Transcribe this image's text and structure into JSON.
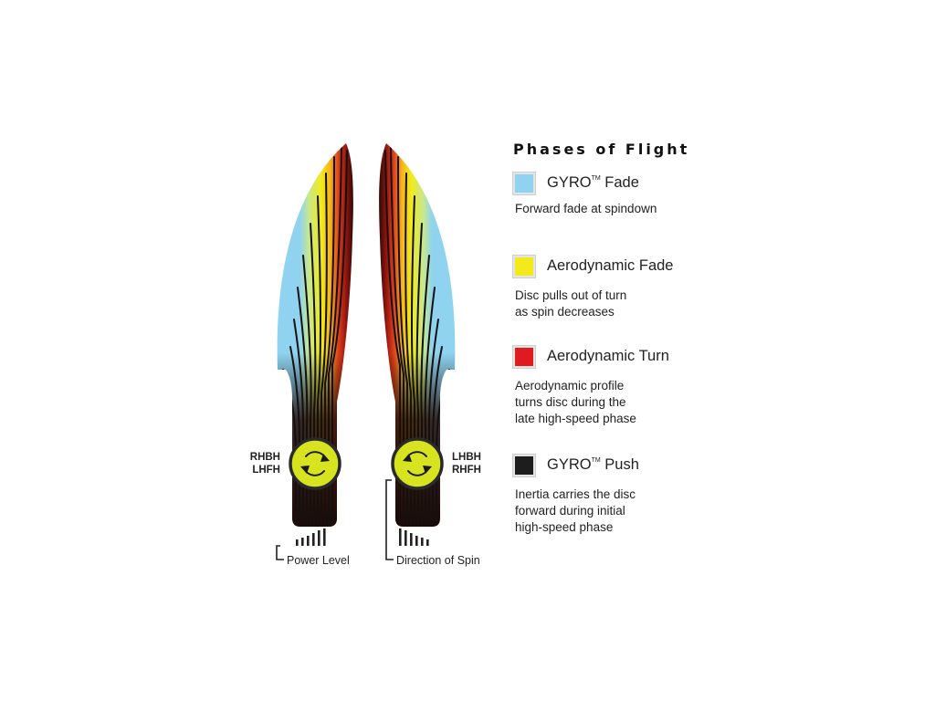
{
  "diagram": {
    "left_badge": {
      "line1": "RHBH",
      "line2": "LHFH"
    },
    "right_badge": {
      "line1": "LHBH",
      "line2": "RHFH"
    },
    "callouts": {
      "power": "Power Level",
      "spin": "Direction of Spin"
    }
  },
  "legend": {
    "title": "Phases of Flight",
    "trademark": "TM",
    "phases": [
      {
        "name": "GYRO",
        "tm": true,
        "suffix": " Fade",
        "description": "Forward fade at spindown",
        "color": "#8fd3f0"
      },
      {
        "name": "Aerodynamic Fade",
        "tm": false,
        "suffix": "",
        "description": "Disc pulls out of turn\nas spin decreases",
        "color": "#f2ea1a"
      },
      {
        "name": "Aerodynamic Turn",
        "tm": false,
        "suffix": "",
        "description": "Aerodynamic profile\nturns disc during the\nlate high-speed phase",
        "color": "#e01b1f"
      },
      {
        "name": "GYRO",
        "tm": true,
        "suffix": " Push",
        "description": "Inertia carries the disc\nforward during initial\nhigh-speed phase",
        "color": "#1d1d1d"
      }
    ]
  },
  "colors": {
    "sky": "#8fd3f0",
    "yellow": "#f2ea1a",
    "orange": "#f08a1c",
    "red": "#c81e14",
    "dark": "#2a0a06",
    "lime": "#d7e31e"
  }
}
